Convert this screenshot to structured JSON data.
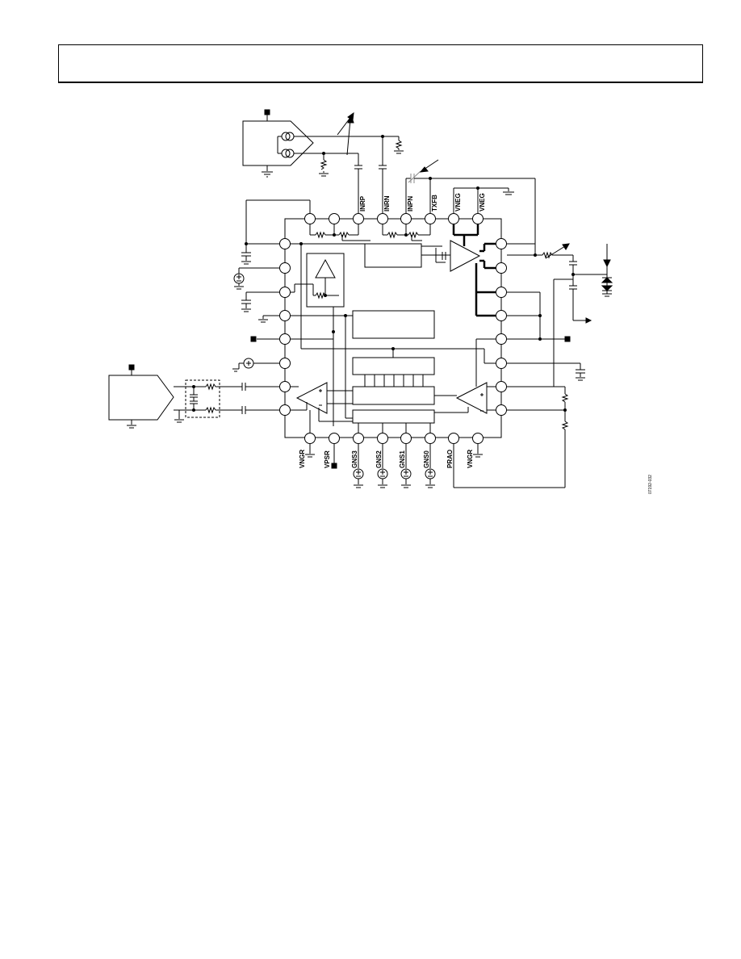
{
  "top_pins": [
    "INRP",
    "INRN",
    "INPN",
    "TXFB",
    "VNEG",
    "VNEG"
  ],
  "bottom_pins": [
    "VNGR",
    "VPSR",
    "GNS3",
    "GNS2",
    "GNS1",
    "GNS0",
    "PRAO",
    "VNGR"
  ],
  "figure_id": "07192-032"
}
